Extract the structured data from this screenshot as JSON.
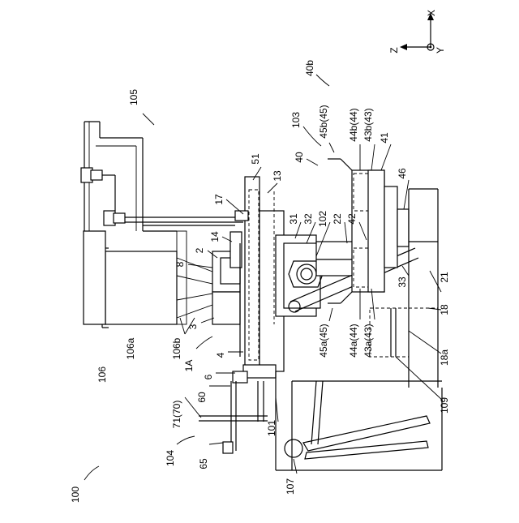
{
  "figure": {
    "axes": {
      "x": "X",
      "y": "Y",
      "z": "Z"
    },
    "labels": {
      "l100": "100",
      "l104": "104",
      "l65": "65",
      "l71": "71(70)",
      "l60": "60",
      "l6": "6",
      "l4": "4",
      "l1A": "1A",
      "l3": "3",
      "l106b": "106b",
      "l106a": "106a",
      "l106": "106",
      "l8": "8",
      "l2": "2",
      "l14": "14",
      "l17": "17",
      "l105": "105",
      "l51": "51",
      "l13": "13",
      "l31": "31",
      "l32": "32",
      "l102": "102",
      "l22": "22",
      "l42": "42",
      "l40": "40",
      "l103": "103",
      "l45b": "45b(45)",
      "l44b": "44b(44)",
      "l43b": "43b(43)",
      "l41": "41",
      "l40b": "40b",
      "l46": "46",
      "l33": "33",
      "l21": "21",
      "l18": "18",
      "l18a": "18a",
      "l45a": "45a(45)",
      "l44a": "44a(44)",
      "l43a": "43a(43)",
      "l109": "109",
      "l101": "101",
      "l107": "107"
    }
  }
}
